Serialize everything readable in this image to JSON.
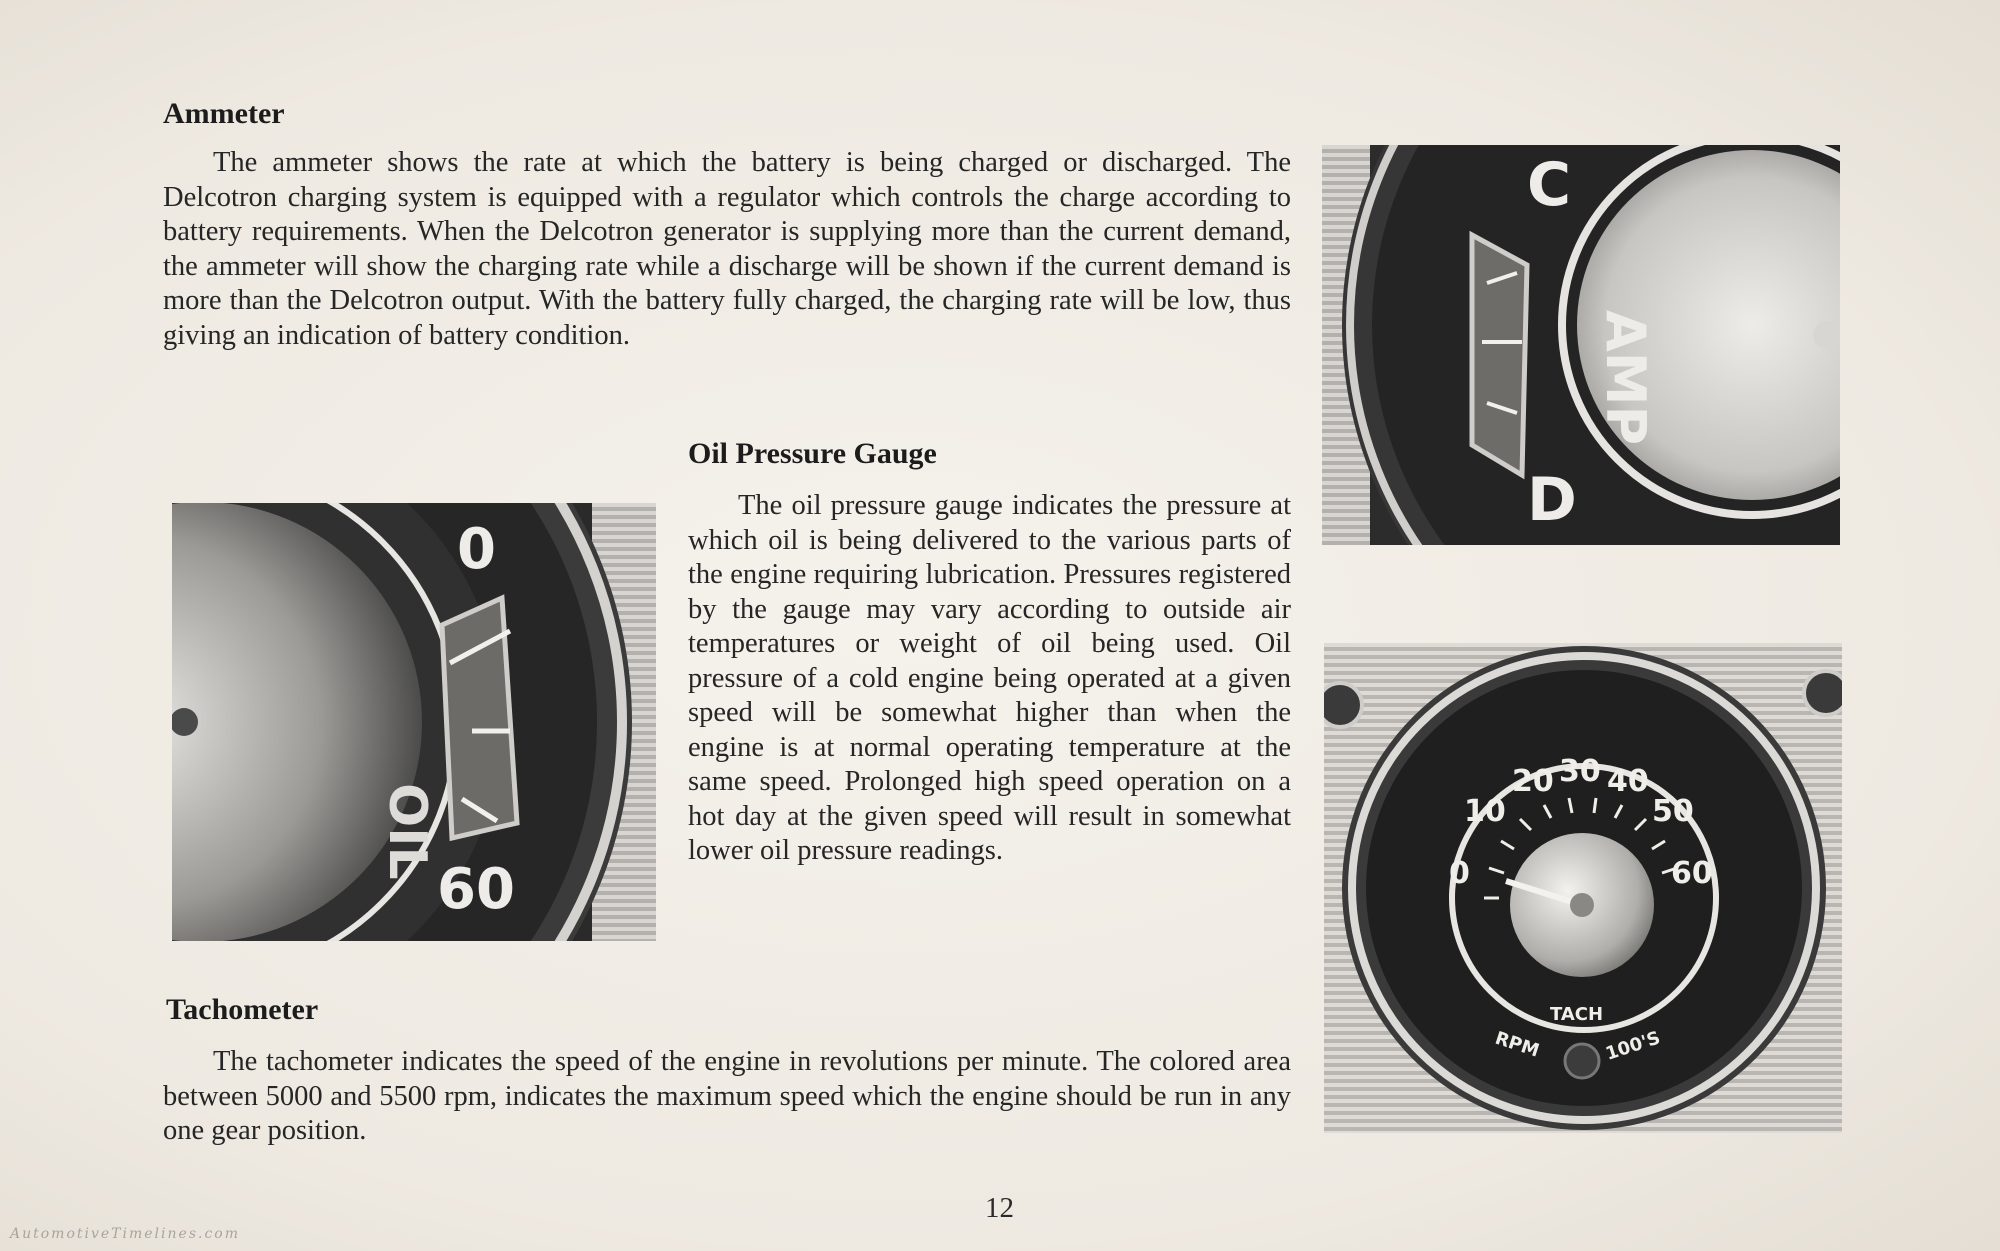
{
  "ammeter": {
    "heading": "Ammeter",
    "text": "The ammeter shows the rate at which the battery is being charged or discharged. The Delcotron charging system is equipped with a regulator which controls the charge according to battery requirements. When the Delcotron generator is supplying more than the current demand, the ammeter will show the charging rate while a discharge will be shown if the current demand is more than the Delcotron output. With the battery fully charged, the charging rate will be low, thus giving an indication of battery condition."
  },
  "oil_pressure": {
    "heading": "Oil Pressure Gauge",
    "text": "The oil pressure gauge indicates the pressure at which oil is being delivered to the various parts of the engine requiring lubrication. Pressures registered by the gauge may vary according to outside air temperatures or weight of oil being used. Oil pressure of a cold engine being operated at a given speed will be somewhat higher than when the engine is at normal operating temperature at the same speed. Prolonged high speed operation on a hot day at the given speed will result in somewhat lower oil pressure readings."
  },
  "tachometer": {
    "heading": "Tachometer",
    "text": "The tachometer indicates the speed of the engine in revolutions per minute. The colored area between 5000 and 5500 rpm, indicates the maximum speed which the engine should be run in any one gear position."
  },
  "oil_gauge_photo": {
    "label": "OIL",
    "scale_min": "0",
    "scale_max": "60"
  },
  "ammeter_photo": {
    "label": "AMP",
    "charge": "C",
    "discharge": "D"
  },
  "tach_photo": {
    "ticks": [
      "0",
      "10",
      "20",
      "30",
      "40",
      "50",
      "60"
    ],
    "center_label": "TACH",
    "left_label": "RPM",
    "right_label": "100'S"
  },
  "page_number": "12",
  "watermark": "AutomotiveTimelines.com"
}
